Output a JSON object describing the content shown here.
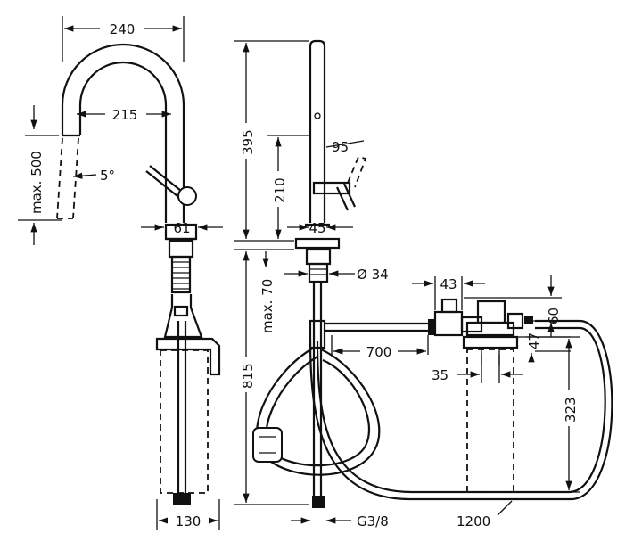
{
  "dimensions": {
    "spout_width": "240",
    "spout_reach": "215",
    "spray_extension": "max. 500",
    "spray_angle": "5°",
    "base_width": "61",
    "height_total": "395",
    "height_handle": "210",
    "handle_angle": "95",
    "body_width": "45",
    "hole_diameter": "Ø 34",
    "max_thickness": "max. 70",
    "below_counter": "815",
    "box_width": "43",
    "box_top": "60",
    "box_step": "47",
    "hose_length": "700",
    "box_offset": "35",
    "box_height": "323",
    "hose_total": "1200",
    "supply_width": "130",
    "thread": "G3/8"
  }
}
